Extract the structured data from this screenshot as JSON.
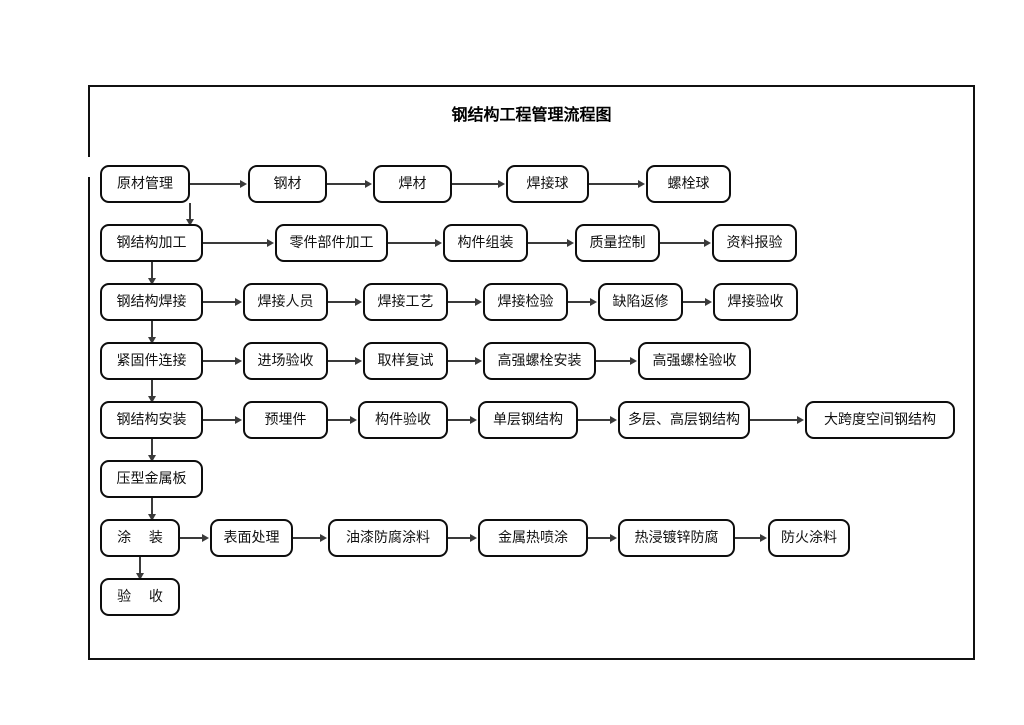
{
  "document": {
    "title": "钢结构工程管理流程图"
  },
  "flow": {
    "rows": [
      {
        "id": "raw-material",
        "stage": "原材管理",
        "steps": [
          "钢材",
          "焊材",
          "焊接球",
          "螺栓球"
        ]
      },
      {
        "id": "fabrication",
        "stage": "钢结构加工",
        "steps": [
          "零件部件加工",
          "构件组装",
          "质量控制",
          "资料报验"
        ]
      },
      {
        "id": "welding",
        "stage": "钢结构焊接",
        "steps": [
          "焊接人员",
          "焊接工艺",
          "焊接检验",
          "缺陷返修",
          "焊接验收"
        ]
      },
      {
        "id": "fastener",
        "stage": "紧固件连接",
        "steps": [
          "进场验收",
          "取样复试",
          "高强螺栓安装",
          "高强螺栓验收"
        ]
      },
      {
        "id": "erection",
        "stage": "钢结构安装",
        "steps": [
          "预埋件",
          "构件验收",
          "单层钢结构",
          "多层、高层钢结构",
          "大跨度空间钢结构"
        ]
      },
      {
        "id": "metal-deck",
        "stage": "压型金属板",
        "steps": []
      },
      {
        "id": "coating",
        "stage": "涂    装",
        "steps": [
          "表面处理",
          "油漆防腐涂料",
          "金属热喷涂",
          "热浸镀锌防腐",
          "防火涂料"
        ]
      },
      {
        "id": "acceptance",
        "stage": "验    收",
        "steps": []
      }
    ]
  },
  "colors": {
    "border": "#0d0d0d",
    "connector": "#3a3a3a",
    "frame": "#111111",
    "background": "#ffffff",
    "text": "#111111"
  }
}
